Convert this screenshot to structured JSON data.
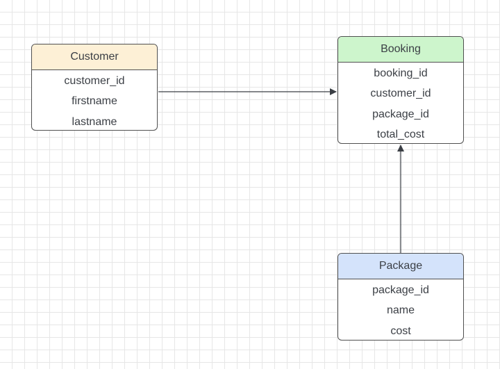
{
  "entities": {
    "customer": {
      "title": "Customer",
      "header_color": "#fdf0d6",
      "fields": [
        "customer_id",
        "firstname",
        "lastname"
      ]
    },
    "booking": {
      "title": "Booking",
      "header_color": "#cdf5cc",
      "fields": [
        "booking_id",
        "customer_id",
        "package_id",
        "total_cost"
      ]
    },
    "package": {
      "title": "Package",
      "header_color": "#d4e3fb",
      "fields": [
        "package_id",
        "name",
        "cost"
      ]
    }
  },
  "connectors": [
    {
      "from": "Customer",
      "to": "Booking"
    },
    {
      "from": "Package",
      "to": "Booking"
    }
  ],
  "colors": {
    "line": "#3b3f45",
    "border": "#4f4f4f",
    "grid": "#e6e6e6"
  }
}
